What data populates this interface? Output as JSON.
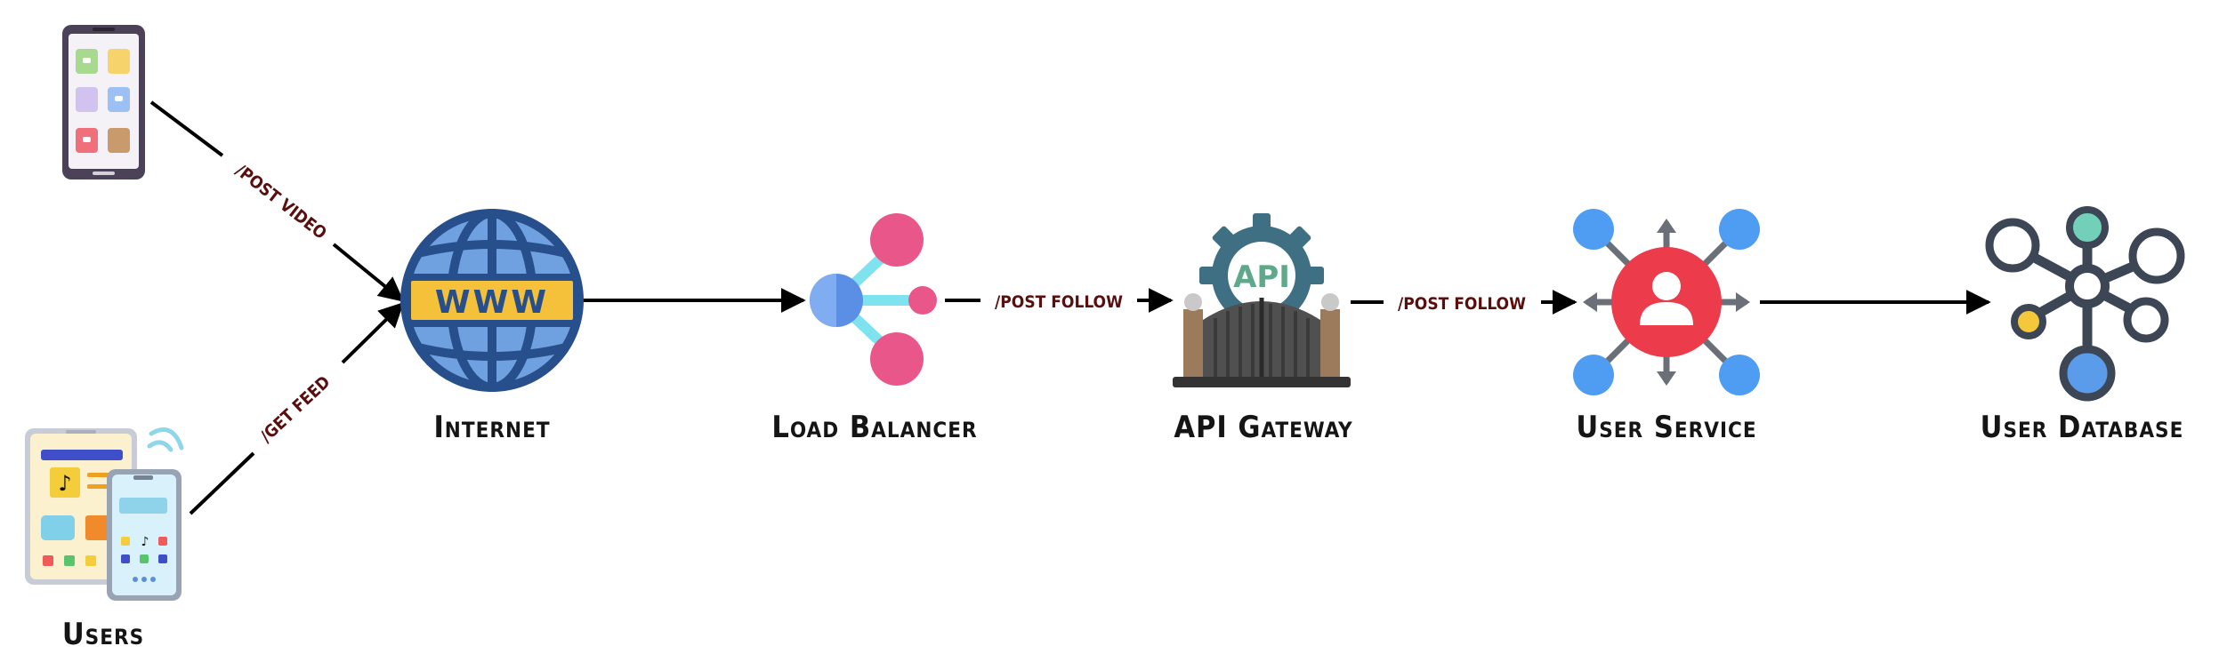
{
  "colors": {
    "edge": "#000000",
    "edge_label": "#5a0f0f",
    "node_label": "#151515"
  },
  "nodes": {
    "users": {
      "label": "Users",
      "icon": "devices-icon"
    },
    "internet": {
      "label": "Internet",
      "icon": "globe-www-icon"
    },
    "load_balancer": {
      "label": "Load Balancer",
      "icon": "load-balancer-icon"
    },
    "api_gateway": {
      "label": "API Gateway",
      "icon": "api-gate-icon"
    },
    "user_service": {
      "label": "User Service",
      "icon": "user-hub-icon"
    },
    "user_database": {
      "label": "User Database",
      "icon": "database-network-icon"
    }
  },
  "edges": {
    "post_video": {
      "label": "/POST VIDEO",
      "from": "phone",
      "to": "internet"
    },
    "get_feed": {
      "label": "/GET FEED",
      "from": "users",
      "to": "internet"
    },
    "internet_to_lb": {
      "label": "",
      "from": "internet",
      "to": "load_balancer"
    },
    "post_follow_1": {
      "label": "/POST FOLLOW",
      "from": "load_balancer",
      "to": "api_gateway"
    },
    "post_follow_2": {
      "label": "/POST FOLLOW",
      "from": "api_gateway",
      "to": "user_service"
    },
    "service_to_db": {
      "label": "",
      "from": "user_service",
      "to": "user_database"
    }
  }
}
